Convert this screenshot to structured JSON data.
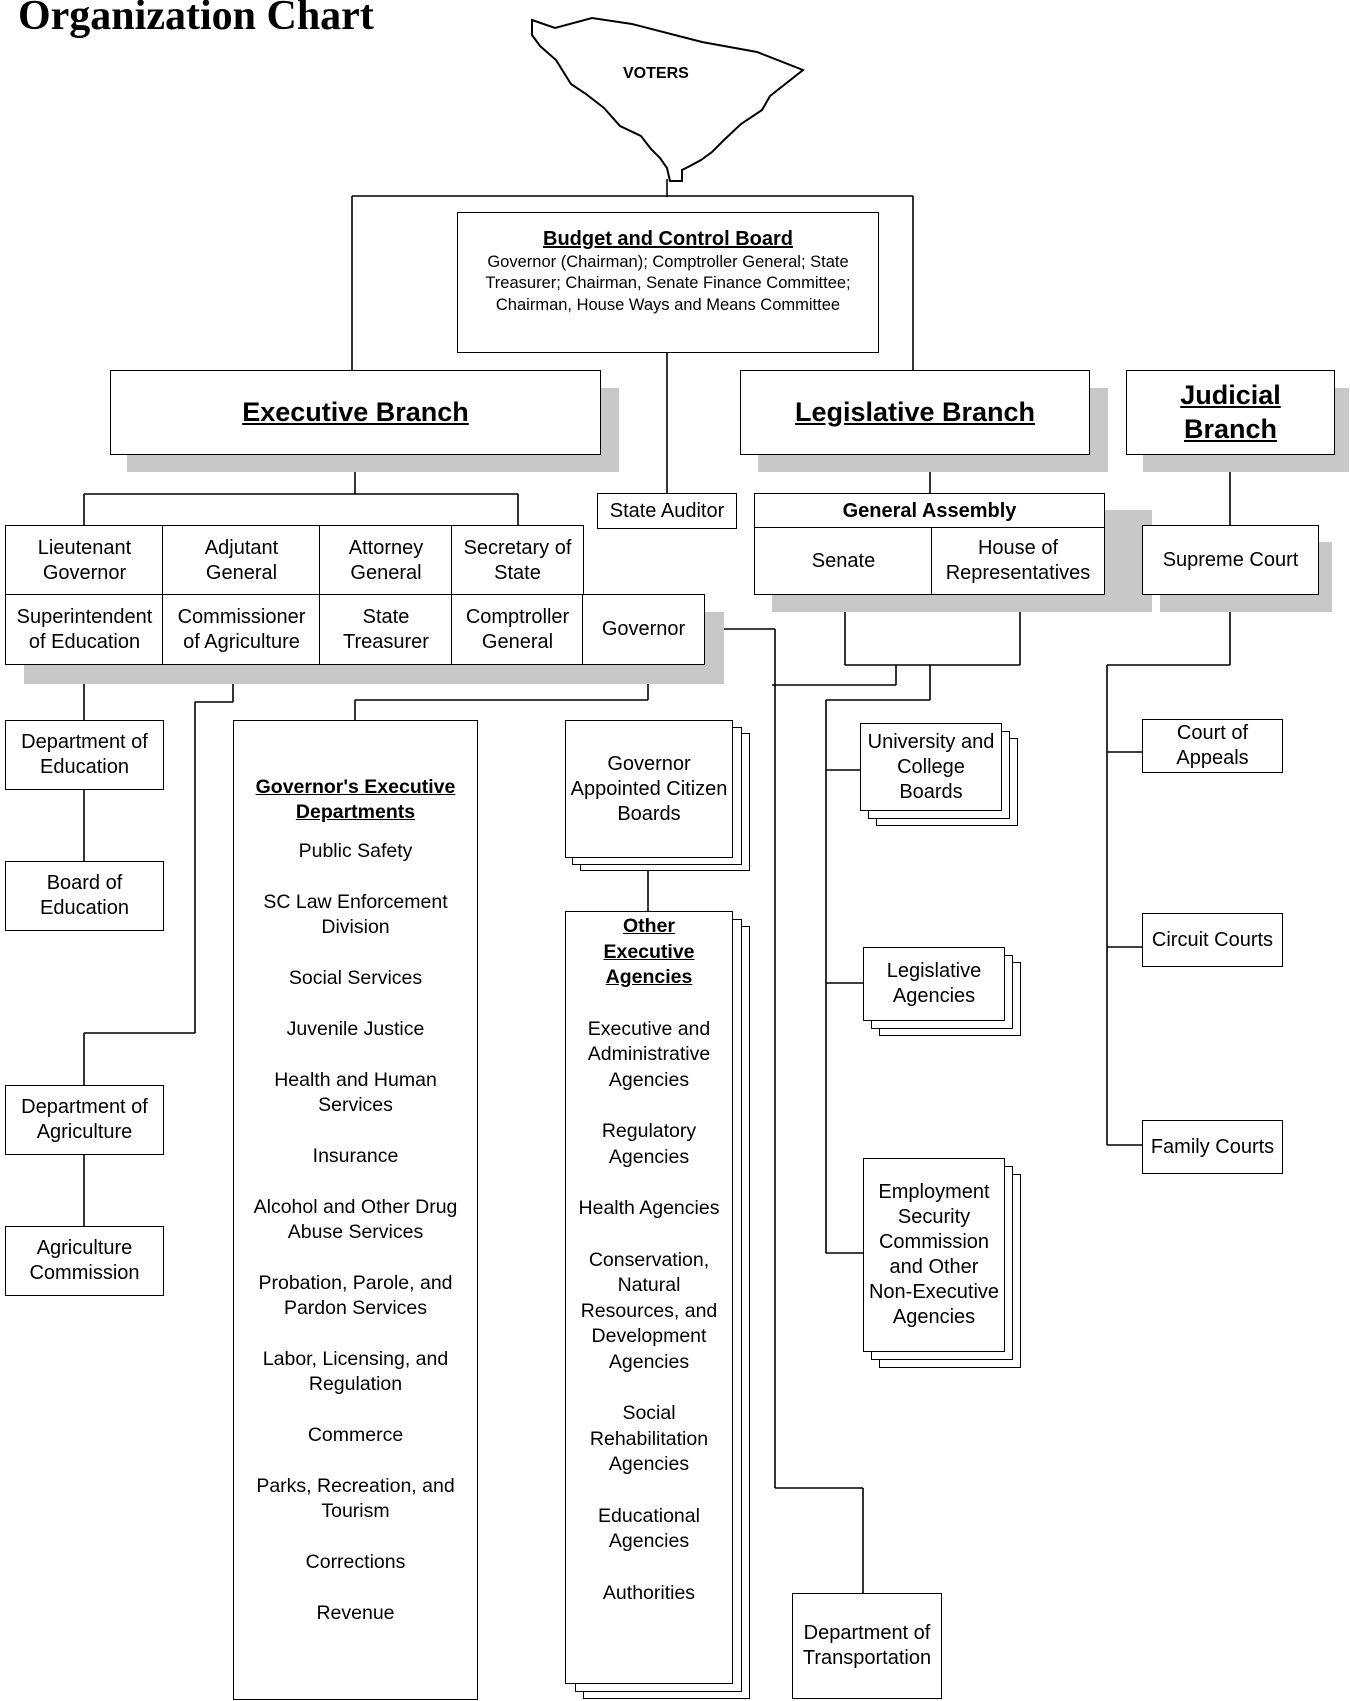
{
  "title": "Organization Chart",
  "voters": "VOTERS",
  "budget_board": {
    "title": "Budget and Control Board",
    "members": "Governor (Chairman); Comptroller General; State Treasurer;  Chairman, Senate Finance Committee; Chairman, House Ways and Means Committee"
  },
  "state_auditor": "State Auditor",
  "executive": {
    "title": "Executive Branch",
    "officers": [
      "Lieutenant Governor",
      "Adjutant General",
      "Attorney General",
      "Secretary of State",
      "Superintendent of Education",
      "Commissioner of Agriculture",
      "State Treasurer",
      "Comptroller General",
      "Governor"
    ],
    "dept_education": "Department of Education",
    "board_education": "Board of Education",
    "dept_agriculture": "Department of Agriculture",
    "agriculture_commission": "Agriculture Commission",
    "governor_depts": {
      "title": "Governor's Executive Departments",
      "items": [
        "Public Safety",
        "SC Law Enforcement Division",
        "Social Services",
        "Juvenile Justice",
        "Health and Human Services",
        "Insurance",
        "Alcohol and Other Drug Abuse Services",
        "Probation, Parole, and Pardon Services",
        "Labor, Licensing, and Regulation",
        "Commerce",
        "Parks, Recreation, and Tourism",
        "Corrections",
        "Revenue"
      ]
    },
    "citizen_boards": "Governor Appointed Citizen Boards",
    "other_agencies": {
      "title": "Other Executive Agencies",
      "items": [
        "Executive and Administrative Agencies",
        "Regulatory Agencies",
        "Health Agencies",
        "Conservation, Natural Resources, and Development Agencies",
        "Social Rehabilitation Agencies",
        "Educational Agencies",
        "Authorities"
      ]
    },
    "dept_transportation": "Department of Transportation"
  },
  "legislative": {
    "title": "Legislative Branch",
    "general_assembly": "General Assembly",
    "senate": "Senate",
    "house": "House of Representatives",
    "university_boards": "University and College Boards",
    "legislative_agencies": "Legislative Agencies",
    "employment_commission": "Employment Security Commission and Other Non-Executive Agencies"
  },
  "judicial": {
    "title": "Judicial Branch",
    "supreme_court": "Supreme Court",
    "court_of_appeals": "Court of Appeals",
    "circuit_courts": "Circuit Courts",
    "family_courts": "Family Courts"
  }
}
